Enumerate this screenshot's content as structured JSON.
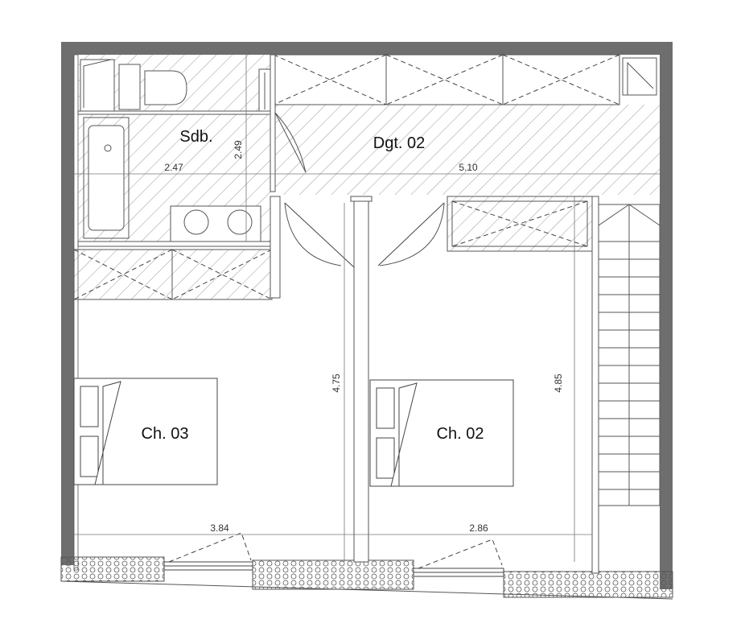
{
  "rooms": {
    "sdb": "Sdb.",
    "dgt": "Dgt. 02",
    "ch03": "Ch. 03",
    "ch02": "Ch. 02"
  },
  "dimensions": {
    "sdb_width": "2.47",
    "sdb_depth": "2.49",
    "dgt_width": "5.10",
    "ch03_depth": "4.75",
    "ch02_depth": "4.85",
    "ch03_width": "3.84",
    "ch02_width": "2.86"
  },
  "colors": {
    "wall": "#6e6e6e",
    "line": "#555555",
    "hatch": "#9a9a9a"
  }
}
